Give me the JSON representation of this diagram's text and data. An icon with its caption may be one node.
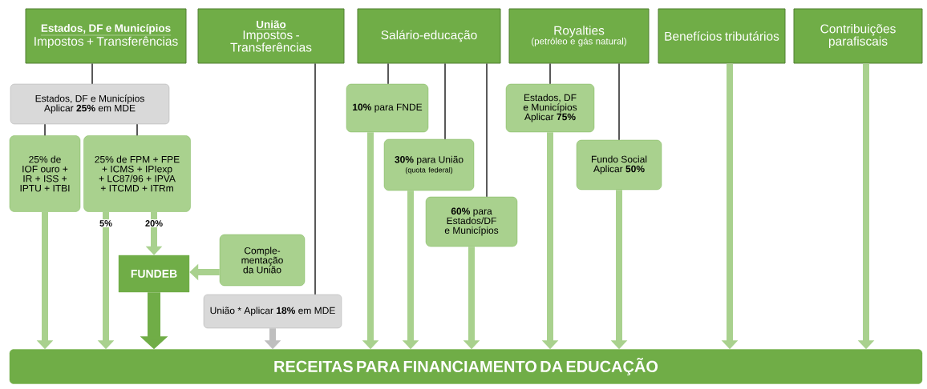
{
  "diagram": {
    "nodes": [
      {
        "text": [
          "Estados, DF e Municípios",
          "Impostos + Transferências"
        ]
      },
      {
        "text": [
          "União",
          "Impostos - Transferências"
        ]
      },
      {
        "text": [
          "Salário-educação"
        ]
      },
      {
        "text": [
          "Royalties",
          "(petróleo e gás natural)"
        ]
      },
      {
        "text": [
          "Benefícios tributários"
        ]
      },
      {
        "text": [
          "Contribuições parafiscais"
        ]
      },
      {
        "text": [
          "Estados, DF e Municípios Aplicar **25%** em MDE"
        ]
      },
      {
        "text": [
          "25% de IOF ouro + IR + ISS + IPTU + ITBI"
        ]
      },
      {
        "text": [
          "25% de FPM + FPE + ICMS + IPIexp + LC87/96 + IPVA + ITCMD + ITRm"
        ]
      },
      {
        "text": [
          "**10%** para FNDE"
        ]
      },
      {
        "text": [
          "**30%** para União",
          "(quota federal)"
        ]
      },
      {
        "text": [
          "**60%** para Estados/DF e Municípios"
        ]
      },
      {
        "text": [
          "Estados, DF e Municípios Aplicar **75%**"
        ]
      },
      {
        "text": [
          "Fundo Social Aplicar **50%**"
        ]
      },
      {
        "text": [
          "Comple- mentação da União"
        ]
      },
      {
        "text": [
          "FUNDEB"
        ]
      },
      {
        "text": [
          "União * Aplicar **18%** em MDE"
        ]
      },
      {
        "text": [
          "RECEITAS PARA FINANCIAMENTO DA EDUCAÇÃO"
        ]
      }
    ],
    "edges": [
      {
        "from": 0,
        "to": 6,
        "arrow": "none",
        "color": "#000000"
      },
      {
        "from": 6,
        "to": 7,
        "arrow": "none",
        "color": "#000000"
      },
      {
        "from": 6,
        "to": 8,
        "arrow": "none",
        "color": "#000000"
      },
      {
        "from": 1,
        "to": 16,
        "arrow": "none",
        "color": "#000000"
      },
      {
        "from": 2,
        "to": 9,
        "arrow": "none",
        "color": "#000000"
      },
      {
        "from": 2,
        "to": 10,
        "arrow": "none",
        "color": "#000000"
      },
      {
        "from": 2,
        "to": 11,
        "arrow": "none",
        "color": "#000000"
      },
      {
        "from": 3,
        "to": 12,
        "arrow": "none",
        "color": "#000000"
      },
      {
        "from": 3,
        "to": 13,
        "arrow": "none",
        "color": "#000000"
      },
      {
        "from": 7,
        "to": 17,
        "arrow": "to"
      },
      {
        "from": 8,
        "to": 17,
        "arrow": "to",
        "label": "5%"
      },
      {
        "from": 8,
        "to": 15,
        "arrow": "to",
        "label": "20%"
      },
      {
        "from": 14,
        "to": 15,
        "arrow": "to"
      },
      {
        "from": 15,
        "to": 17,
        "arrow": "to",
        "style": "thick",
        "color": "#70ad47"
      },
      {
        "from": 16,
        "to": 17,
        "arrow": "to",
        "color": "#bfbfbf"
      },
      {
        "from": 9,
        "to": 17,
        "arrow": "to"
      },
      {
        "from": 10,
        "to": 17,
        "arrow": "to"
      },
      {
        "from": 11,
        "to": 17,
        "arrow": "to"
      },
      {
        "from": 12,
        "to": 17,
        "arrow": "to"
      },
      {
        "from": 13,
        "to": 17,
        "arrow": "to"
      },
      {
        "from": 4,
        "to": 17,
        "arrow": "to"
      },
      {
        "from": 5,
        "to": 17,
        "arrow": "to"
      }
    ]
  }
}
